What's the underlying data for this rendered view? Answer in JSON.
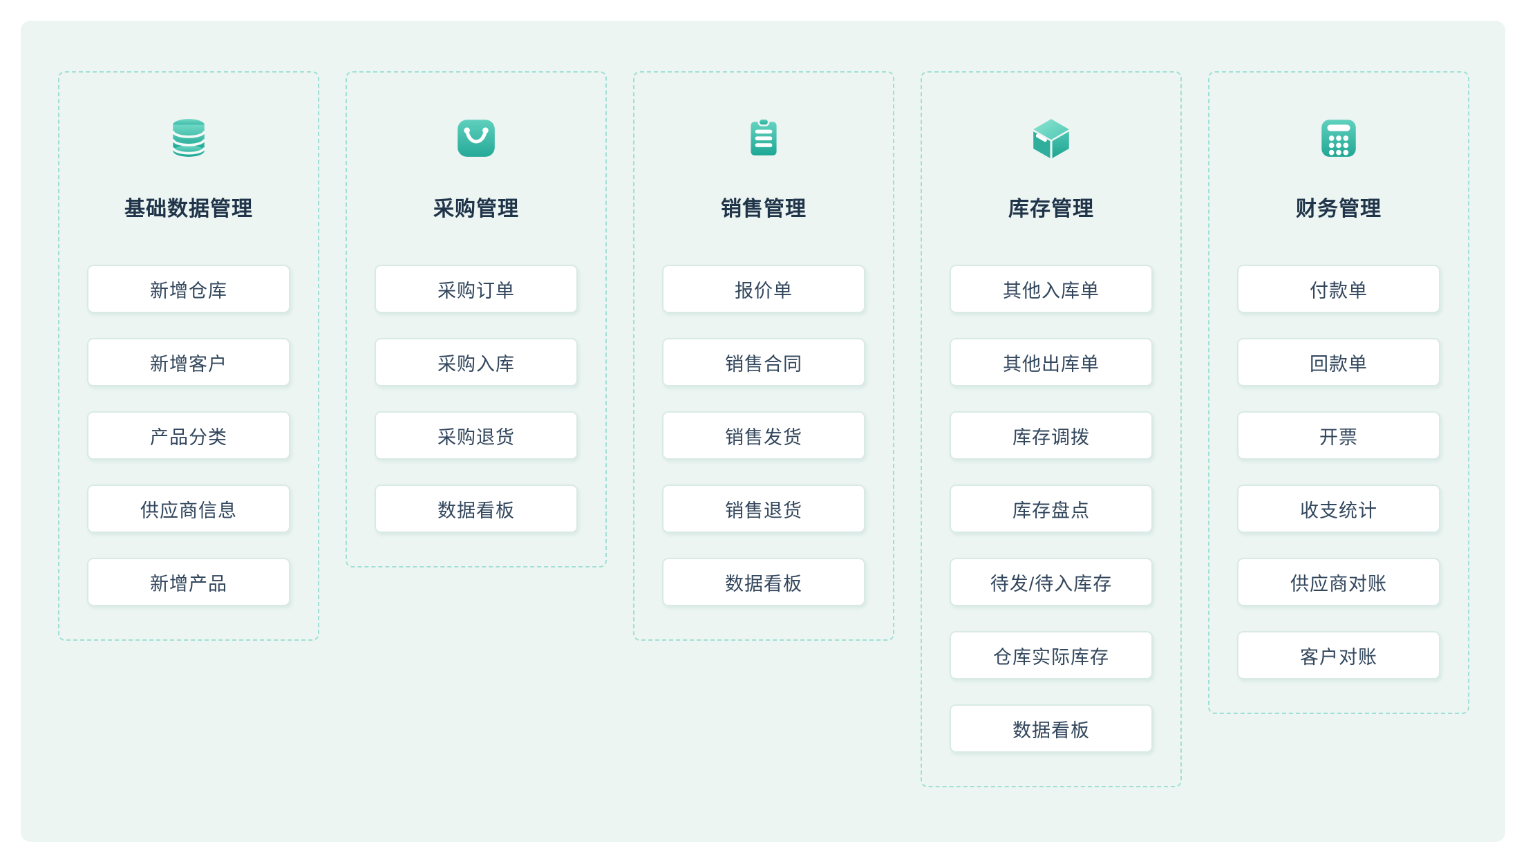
{
  "page": {
    "background": "#ffffff",
    "canvas_background": "#ecf5f2",
    "dashed_border_color": "#a0e0d4",
    "accent_teal": "#2bae9c",
    "icon_gradient_top": "#6fd8c5",
    "icon_gradient_bottom": "#17a390",
    "button_border_color": "#d9eae6",
    "button_text_color": "#32465c",
    "title_text_color": "#203449"
  },
  "columns": [
    {
      "id": "basic-data",
      "icon": "database-icon",
      "title": "基础数据管理",
      "items": [
        "新增仓库",
        "新增客户",
        "产品分类",
        "供应商信息",
        "新增产品"
      ]
    },
    {
      "id": "purchase",
      "icon": "shopping-bag-icon",
      "title": "采购管理",
      "items": [
        "采购订单",
        "采购入库",
        "采购退货",
        "数据看板"
      ]
    },
    {
      "id": "sales",
      "icon": "clipboard-icon",
      "title": "销售管理",
      "items": [
        "报价单",
        "销售合同",
        "销售发货",
        "销售退货",
        "数据看板"
      ]
    },
    {
      "id": "inventory",
      "icon": "box-icon",
      "title": "库存管理",
      "items": [
        "其他入库单",
        "其他出库单",
        "库存调拨",
        "库存盘点",
        "待发/待入库存",
        "仓库实际库存",
        "数据看板"
      ]
    },
    {
      "id": "finance",
      "icon": "calculator-icon",
      "title": "财务管理",
      "items": [
        "付款单",
        "回款单",
        "开票",
        "收支统计",
        "供应商对账",
        "客户对账"
      ]
    }
  ]
}
